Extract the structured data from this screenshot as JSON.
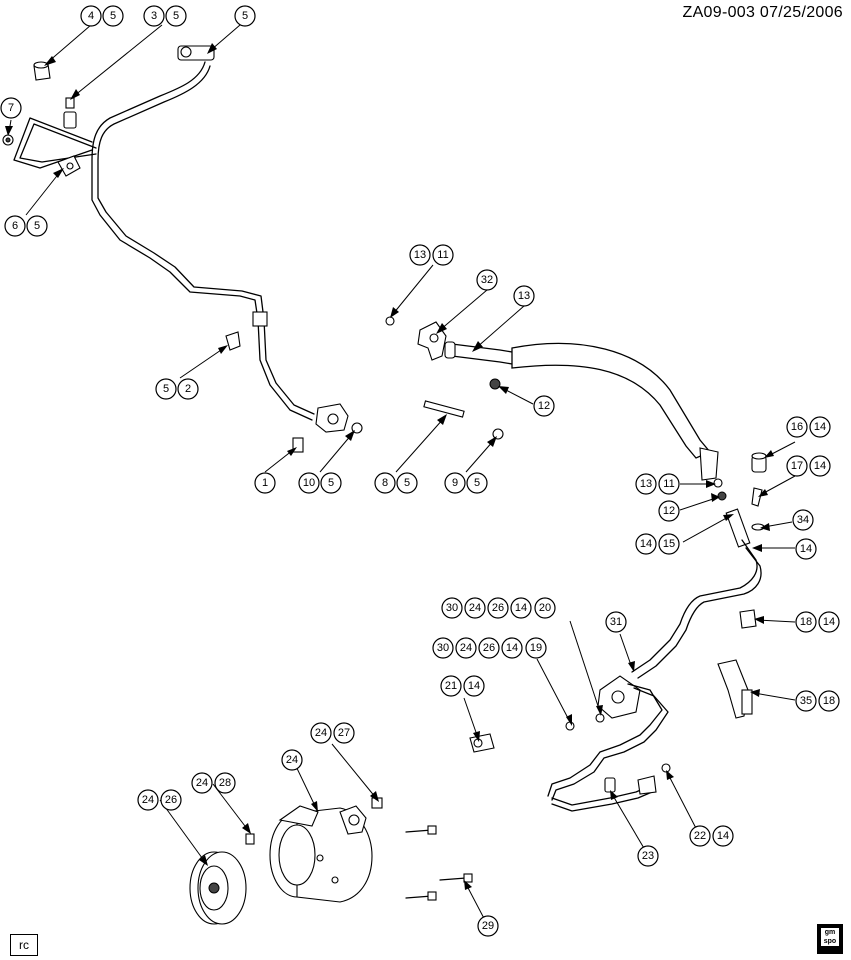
{
  "header": {
    "code": "ZA09-003  07/25/2006"
  },
  "footer": {
    "rc_label": "rc",
    "logo_text": "gm spo"
  },
  "callouts": [
    {
      "id": "c4",
      "text": "4"
    },
    {
      "id": "c5a",
      "text": "5"
    },
    {
      "id": "c3",
      "text": "3"
    },
    {
      "id": "c5b",
      "text": "5"
    },
    {
      "id": "c5c",
      "text": "5"
    },
    {
      "id": "c7",
      "text": "7"
    },
    {
      "id": "c6",
      "text": "6"
    },
    {
      "id": "c5d",
      "text": "5"
    },
    {
      "id": "c5e",
      "text": "5"
    },
    {
      "id": "c2",
      "text": "2"
    },
    {
      "id": "c1",
      "text": "1"
    },
    {
      "id": "c10",
      "text": "10"
    },
    {
      "id": "c5f",
      "text": "5"
    },
    {
      "id": "c8",
      "text": "8"
    },
    {
      "id": "c5g",
      "text": "5"
    },
    {
      "id": "c9",
      "text": "9"
    },
    {
      "id": "c5h",
      "text": "5"
    },
    {
      "id": "c13a",
      "text": "13"
    },
    {
      "id": "c11a",
      "text": "11"
    },
    {
      "id": "c32",
      "text": "32"
    },
    {
      "id": "c13b",
      "text": "13"
    },
    {
      "id": "c12a",
      "text": "12"
    },
    {
      "id": "c16",
      "text": "16"
    },
    {
      "id": "c14a",
      "text": "14"
    },
    {
      "id": "c17",
      "text": "17"
    },
    {
      "id": "c14b",
      "text": "14"
    },
    {
      "id": "c13c",
      "text": "13"
    },
    {
      "id": "c11b",
      "text": "11"
    },
    {
      "id": "c12b",
      "text": "12"
    },
    {
      "id": "c34",
      "text": "34"
    },
    {
      "id": "c14c",
      "text": "14"
    },
    {
      "id": "c15",
      "text": "15"
    },
    {
      "id": "c14d",
      "text": "14"
    },
    {
      "id": "c30a",
      "text": "30"
    },
    {
      "id": "c24a",
      "text": "24"
    },
    {
      "id": "c26a",
      "text": "26"
    },
    {
      "id": "c14e",
      "text": "14"
    },
    {
      "id": "c20",
      "text": "20"
    },
    {
      "id": "c18a",
      "text": "18"
    },
    {
      "id": "c14f",
      "text": "14"
    },
    {
      "id": "c31",
      "text": "31"
    },
    {
      "id": "c30b",
      "text": "30"
    },
    {
      "id": "c24b",
      "text": "24"
    },
    {
      "id": "c26b",
      "text": "26"
    },
    {
      "id": "c14g",
      "text": "14"
    },
    {
      "id": "c19",
      "text": "19"
    },
    {
      "id": "c21",
      "text": "21"
    },
    {
      "id": "c14h",
      "text": "14"
    },
    {
      "id": "c35",
      "text": "35"
    },
    {
      "id": "c18b",
      "text": "18"
    },
    {
      "id": "c24c",
      "text": "24"
    },
    {
      "id": "c27",
      "text": "27"
    },
    {
      "id": "c24d",
      "text": "24"
    },
    {
      "id": "c24e",
      "text": "24"
    },
    {
      "id": "c28",
      "text": "28"
    },
    {
      "id": "c24f",
      "text": "24"
    },
    {
      "id": "c26c",
      "text": "26"
    },
    {
      "id": "c22",
      "text": "22"
    },
    {
      "id": "c14i",
      "text": "14"
    },
    {
      "id": "c23",
      "text": "23"
    },
    {
      "id": "c29",
      "text": "29"
    }
  ]
}
